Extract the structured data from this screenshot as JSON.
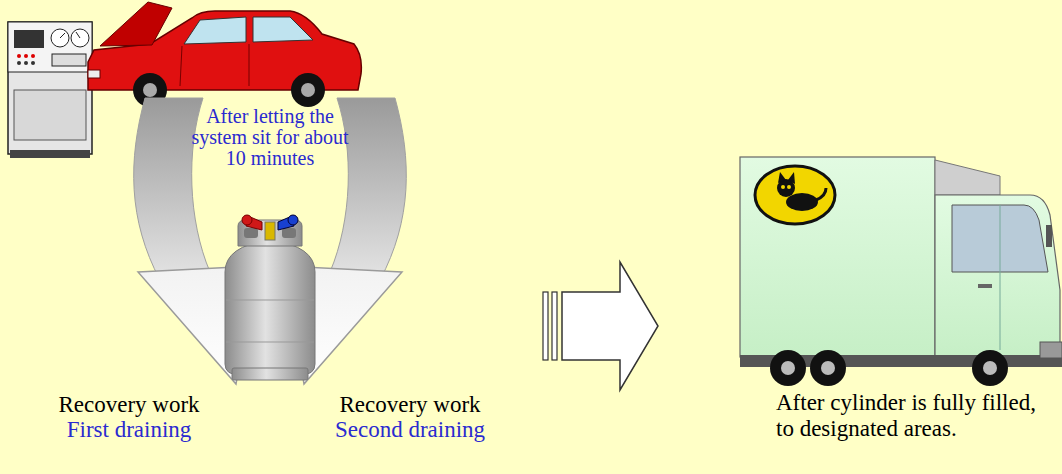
{
  "diagram": {
    "labels": [
      "After letting the system sit for about 10 minutes",
      "Recovery work",
      "First draining",
      "Recovery work",
      "Second draining",
      "After cylinder is fully filled, to designated areas."
    ]
  }
}
